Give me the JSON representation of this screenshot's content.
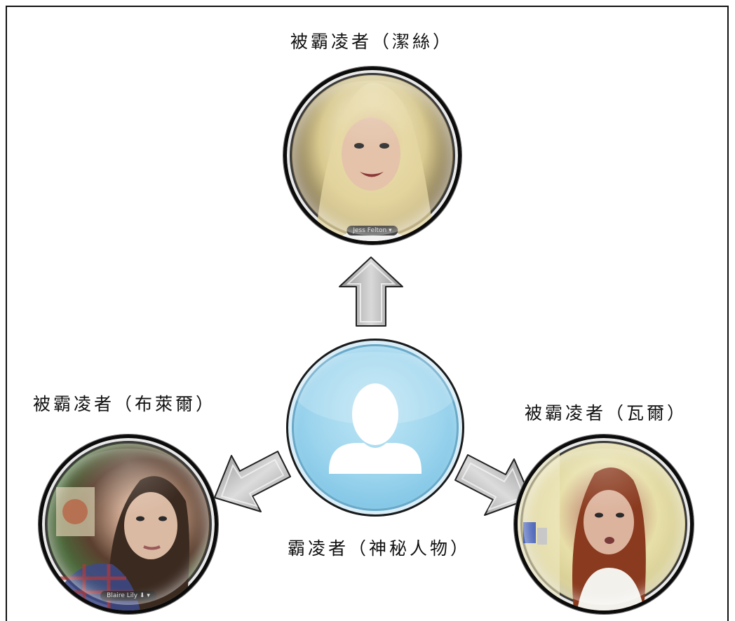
{
  "nodes": {
    "top": {
      "label": "被霸凌者（潔絲）",
      "name_tag": "Jess Felton ▾"
    },
    "left": {
      "label": "被霸凌者（布萊爾）",
      "name_tag": "Blaire Lily ⬇ ▾"
    },
    "right": {
      "label": "被霸凌者（瓦爾）"
    },
    "center": {
      "label": "霸凌者（神秘人物）",
      "icon": "person-silhouette-icon"
    }
  },
  "colors": {
    "center_fill": "#8fcfea",
    "arrow_fill": "#bdbdbd",
    "border": "#111111"
  }
}
